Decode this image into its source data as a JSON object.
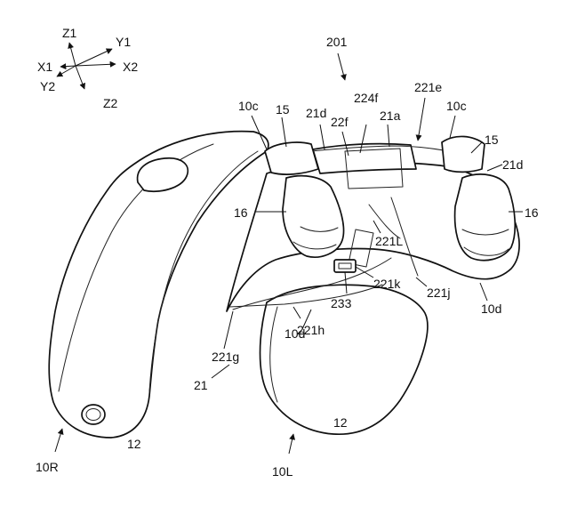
{
  "axes": {
    "z1": "Z1",
    "y1": "Y1",
    "x1": "X1",
    "x2": "X2",
    "y2": "Y2",
    "z2": "Z2"
  },
  "labels": {
    "n201": "201",
    "n221e": "221e",
    "n224f": "224f",
    "n21d_top": "21d",
    "n22f": "22f",
    "n21a": "21a",
    "n10c_left": "10c",
    "n15_left": "15",
    "n10c_right": "10c",
    "n15_right": "15",
    "n21d_right": "21d",
    "n16_left": "16",
    "n16_right": "16",
    "n221L": "221L",
    "n221k": "221k",
    "n221j": "221j",
    "n233": "233",
    "n10d_right": "10d",
    "n10d_center": "10d",
    "n221h": "221h",
    "n221g": "221g",
    "n21": "21",
    "n12_left": "12",
    "n12_right": "12",
    "n10R": "10R",
    "n10L": "10L"
  }
}
